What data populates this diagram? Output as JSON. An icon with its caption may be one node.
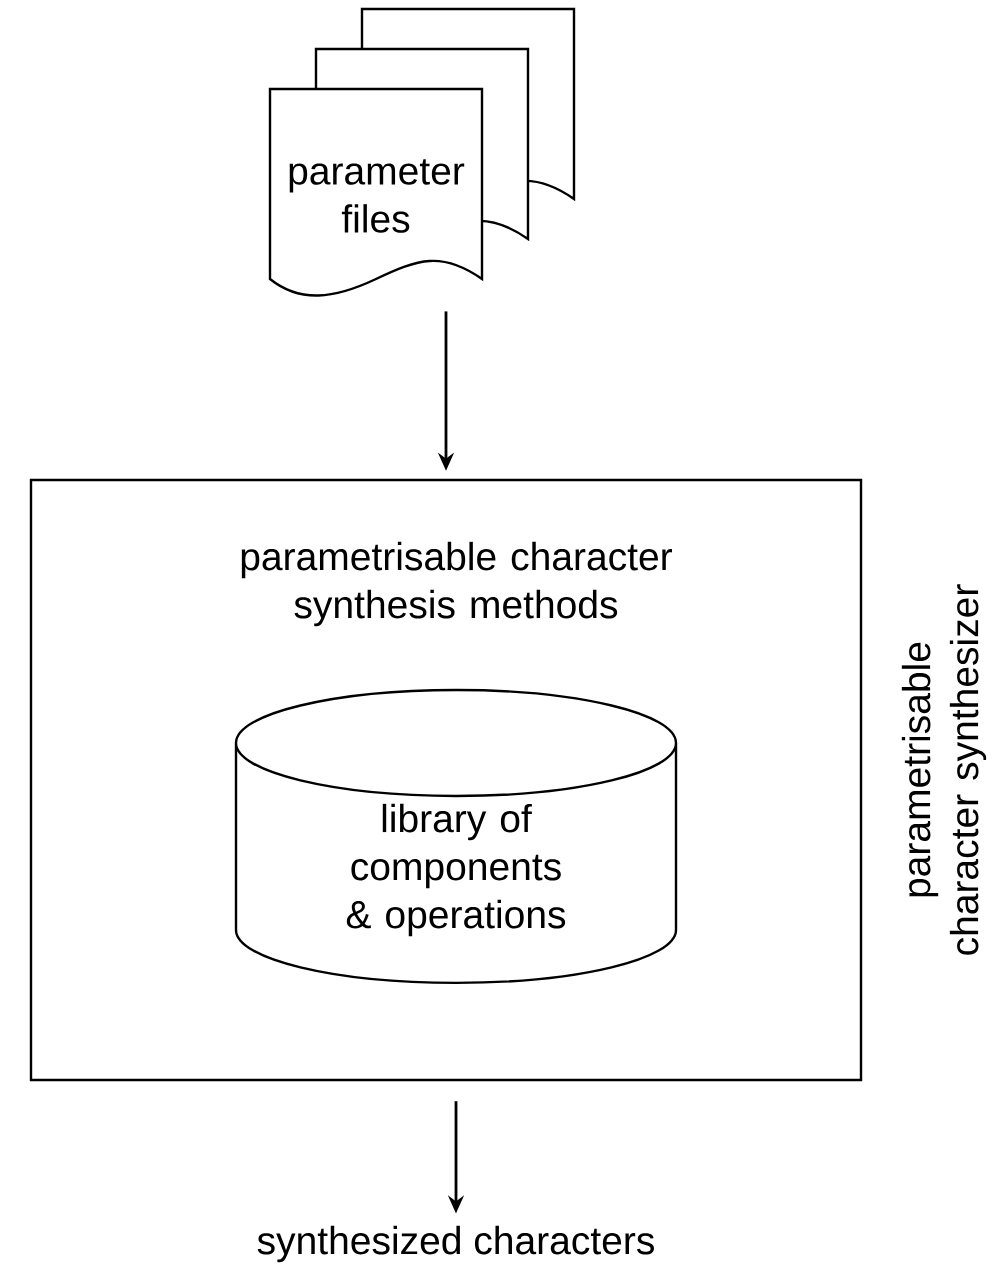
{
  "diagram": {
    "nodes": [
      {
        "text": [
          "parameter files"
        ]
      },
      {
        "text": [
          "parametrisable character synthesis methods"
        ],
        "beside": [
          "parametrisable character synthesizer"
        ]
      },
      {
        "text": [
          "library of components & operations"
        ],
        "in": 1
      },
      {
        "text": [
          "synthesized characters"
        ]
      }
    ],
    "edges": [
      {
        "from": 0,
        "to": 1,
        "arrow": "to"
      },
      {
        "from": 1,
        "to": 3,
        "arrow": "to"
      }
    ]
  }
}
